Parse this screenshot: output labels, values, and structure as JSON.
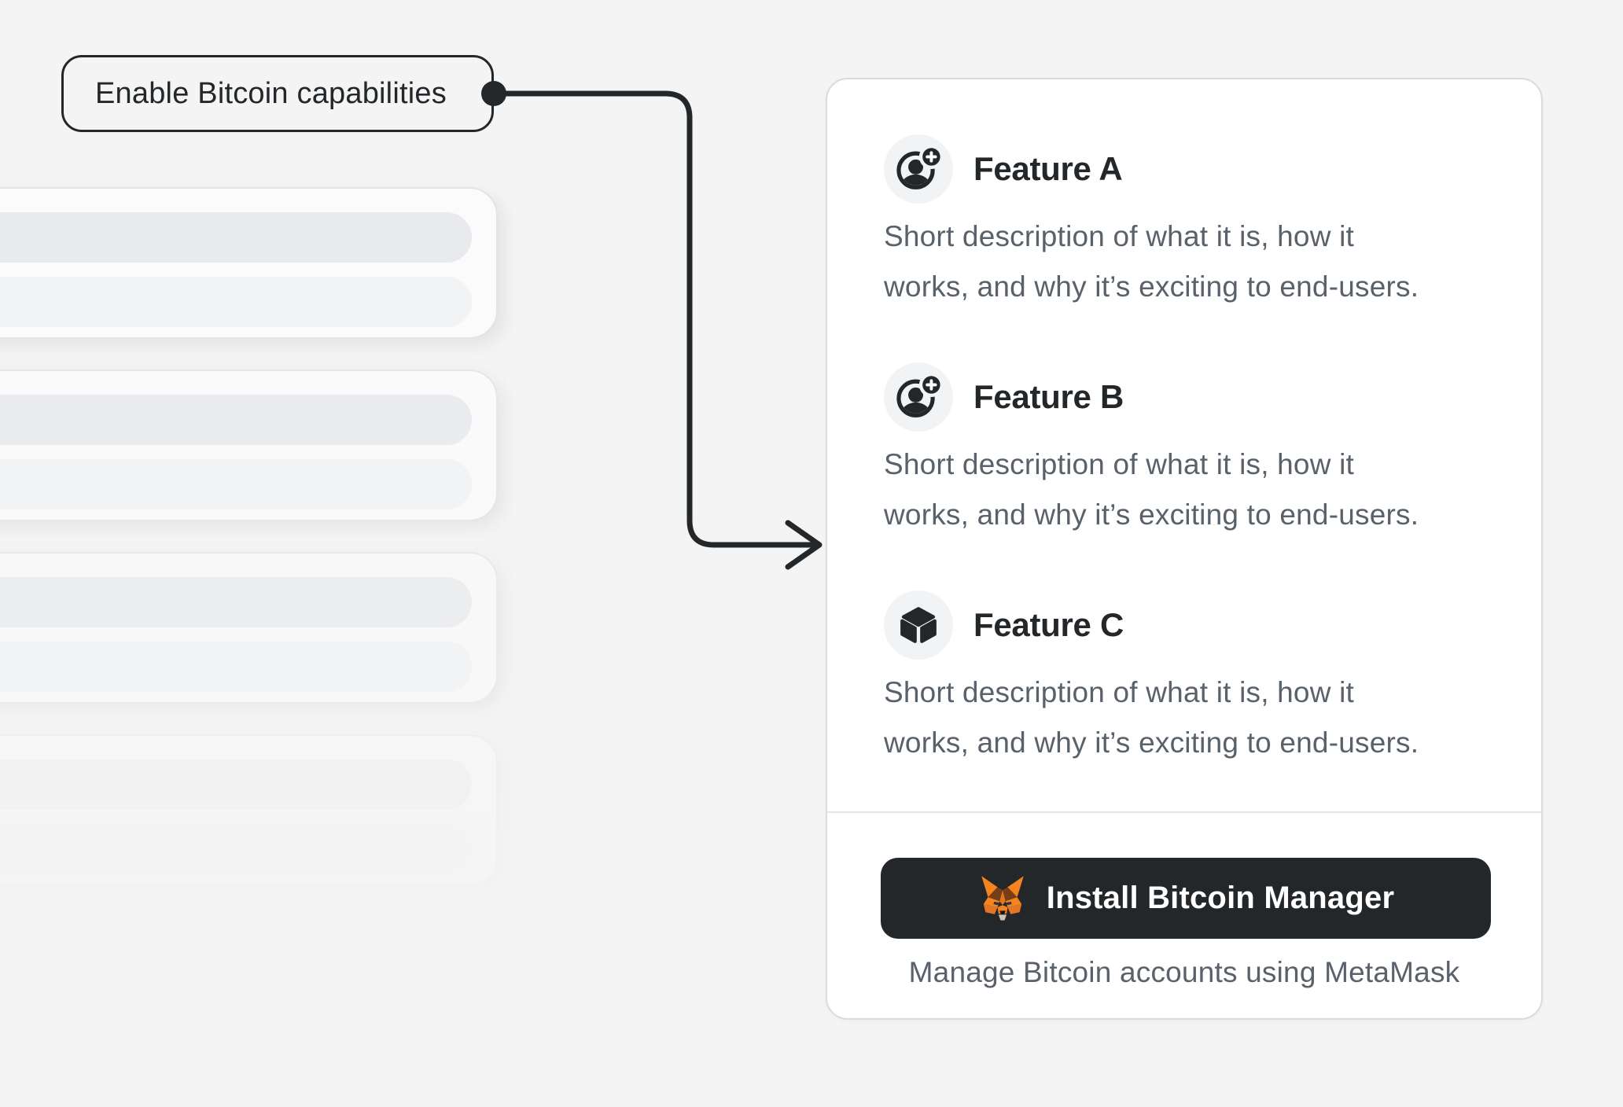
{
  "callout": {
    "label": "Enable Bitcoin capabilities"
  },
  "skeleton": {
    "card_count": 5
  },
  "features": [
    {
      "icon": "user-plus-icon",
      "title": "Feature A",
      "description": "Short description of what it is, how it\nworks, and why it’s exciting to end-users."
    },
    {
      "icon": "user-plus-icon",
      "title": "Feature B",
      "description": "Short description of what it is, how it\nworks, and why it’s exciting to end-users."
    },
    {
      "icon": "cube-icon",
      "title": "Feature C",
      "description": "Short description of what it is, how it\nworks, and why it’s exciting to end-users."
    }
  ],
  "footer": {
    "install_button_label": "Install Bitcoin Manager",
    "caption": "Manage Bitcoin accounts using MetaMask"
  },
  "colors": {
    "page_background": "#f4f4f4",
    "accent_dark": "#24272a",
    "text_secondary": "#59616b",
    "fox_orange": "#f5841f"
  }
}
